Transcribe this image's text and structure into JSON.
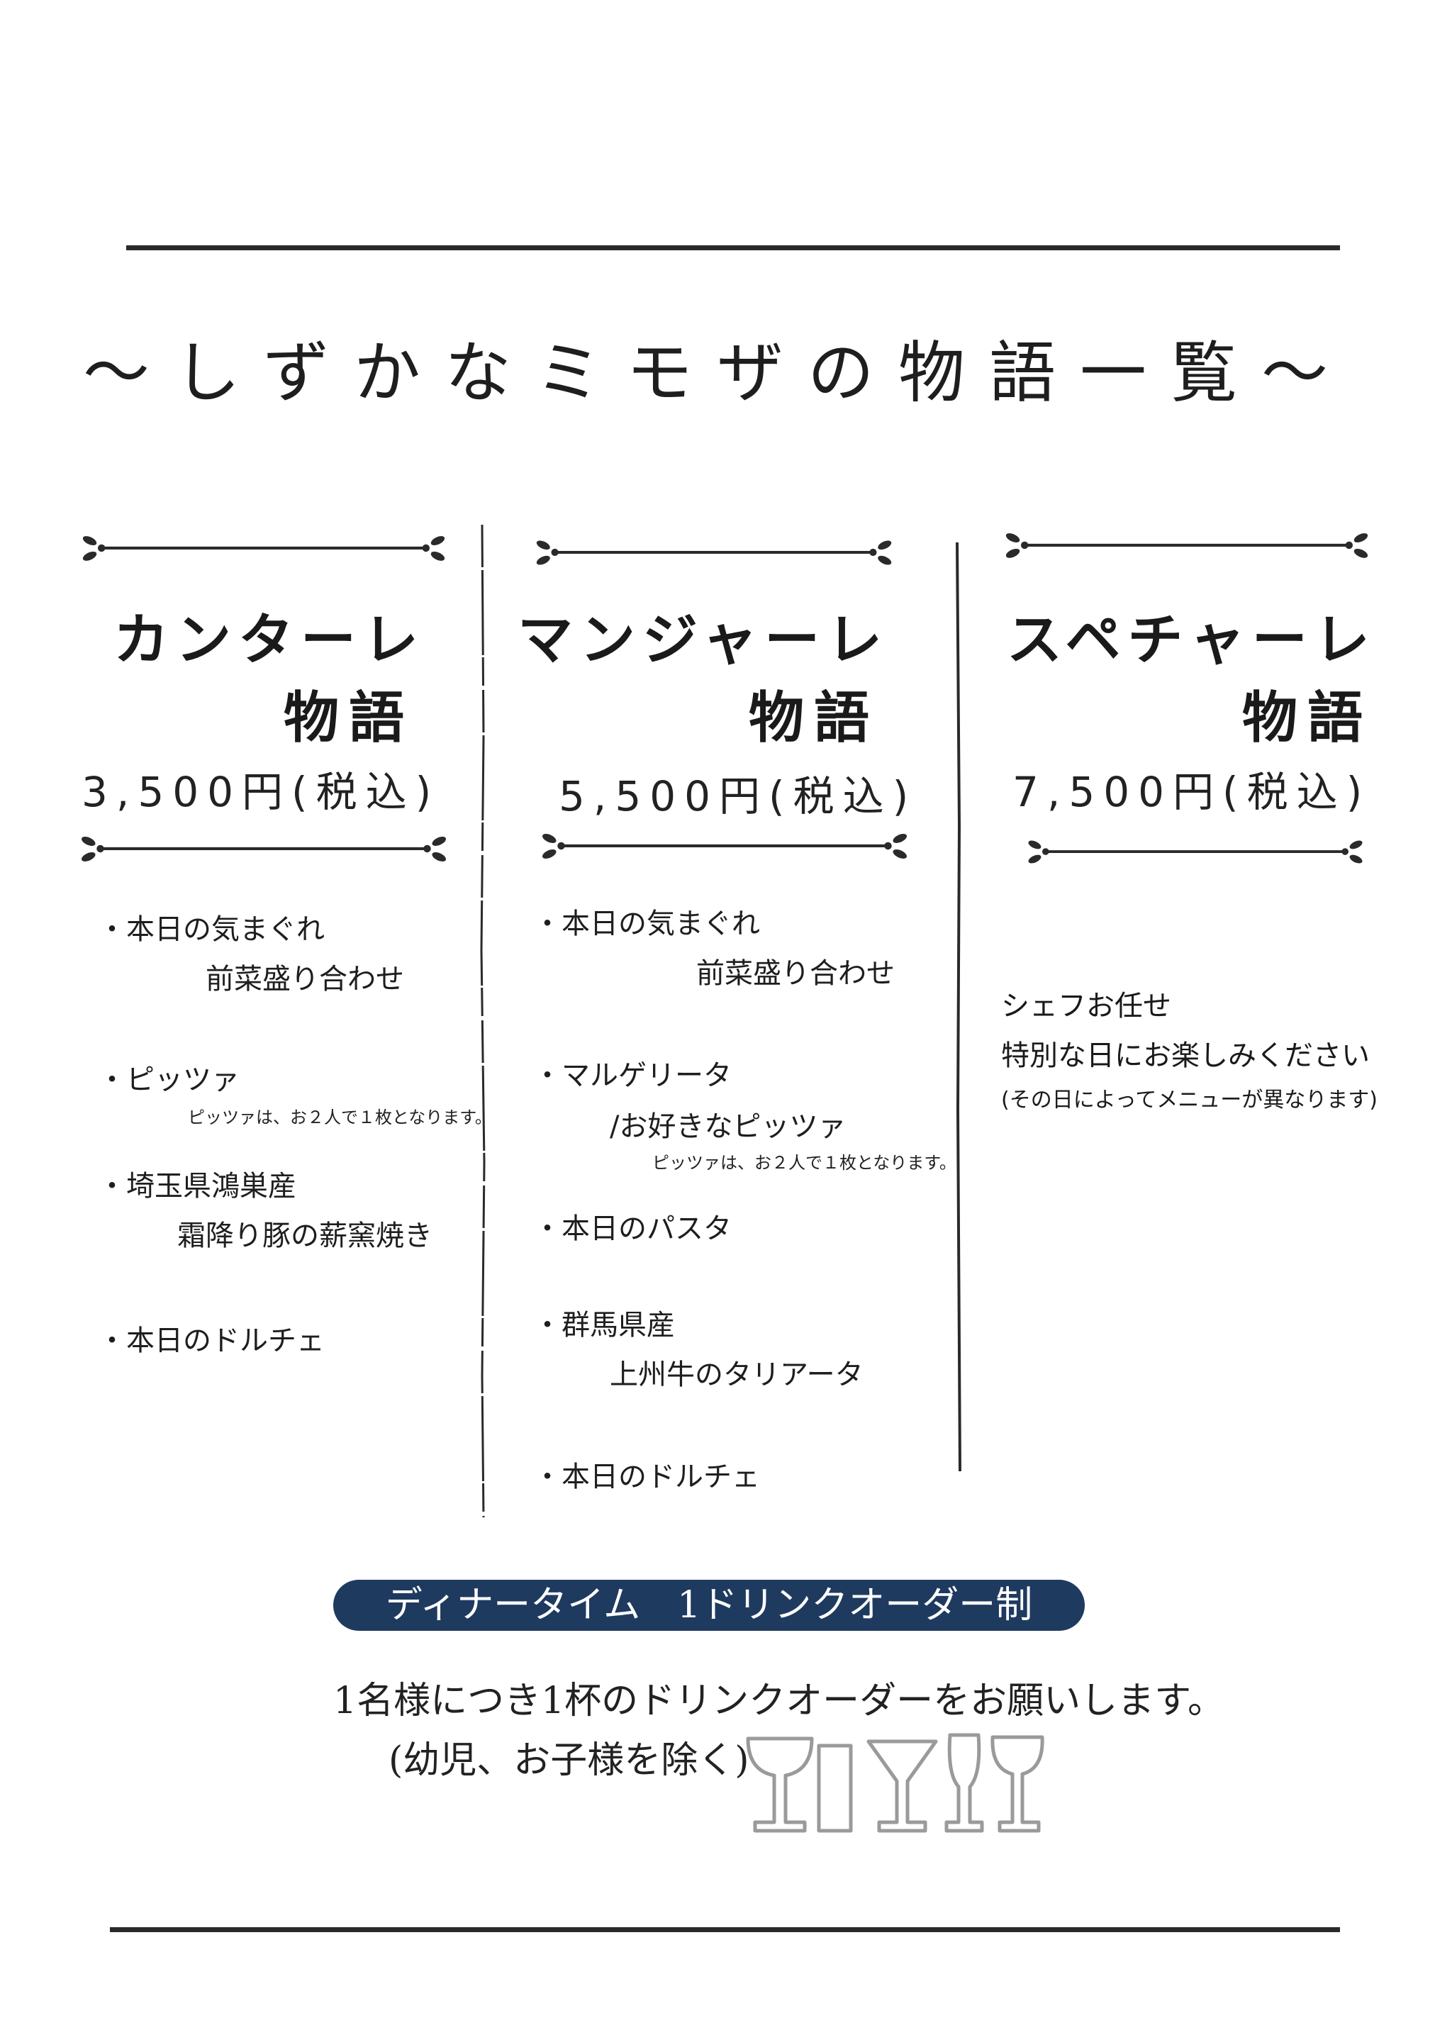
{
  "title": "〜しずかなミモザの物語一覧〜",
  "columns": [
    {
      "name": "カンターレ",
      "sub": "物語",
      "price": "3,500円(税込)",
      "items": [
        {
          "line1": "・本日の気まぐれ",
          "line2": "前菜盛り合わせ"
        },
        {
          "line1": "・ピッツァ",
          "note": "ピッツァは、お２人で１枚となります。"
        },
        {
          "line1": "・埼玉県鴻巣産",
          "line2": "霜降り豚の薪窯焼き"
        },
        {
          "line1": "・本日のドルチェ"
        }
      ]
    },
    {
      "name": "マンジャーレ",
      "sub": "物語",
      "price": "5,500円(税込)",
      "items": [
        {
          "line1": "・本日の気まぐれ",
          "line2": "前菜盛り合わせ"
        },
        {
          "line1": "・マルゲリータ",
          "line2": "/お好きなピッツァ",
          "note": "ピッツァは、お２人で１枚となります。"
        },
        {
          "line1": "・本日のパスタ"
        },
        {
          "line1": "・群馬県産",
          "line2": "上州牛のタリアータ"
        },
        {
          "line1": "・本日のドルチェ"
        }
      ]
    },
    {
      "name": "スペチャーレ",
      "sub": "物語",
      "price": "7,500円(税込)",
      "chef": {
        "line1": "シェフお任せ",
        "line2": "特別な日にお楽しみください",
        "note": "(その日によってメニューが異なります)"
      }
    }
  ],
  "drink": {
    "banner": "ディナータイム　1ドリンクオーダー制",
    "line1": "1名様につき1杯のドリンクオーダーをお願いします。",
    "line2": "(幼児、お子様を除く)"
  },
  "colors": {
    "banner_bg": "#1f3a5f",
    "banner_text": "#ffffff",
    "glass_stroke": "#9a9a9a",
    "rule": "#2a2a2a"
  },
  "icons": [
    "ornament-divider-icon",
    "glassware-icon"
  ]
}
